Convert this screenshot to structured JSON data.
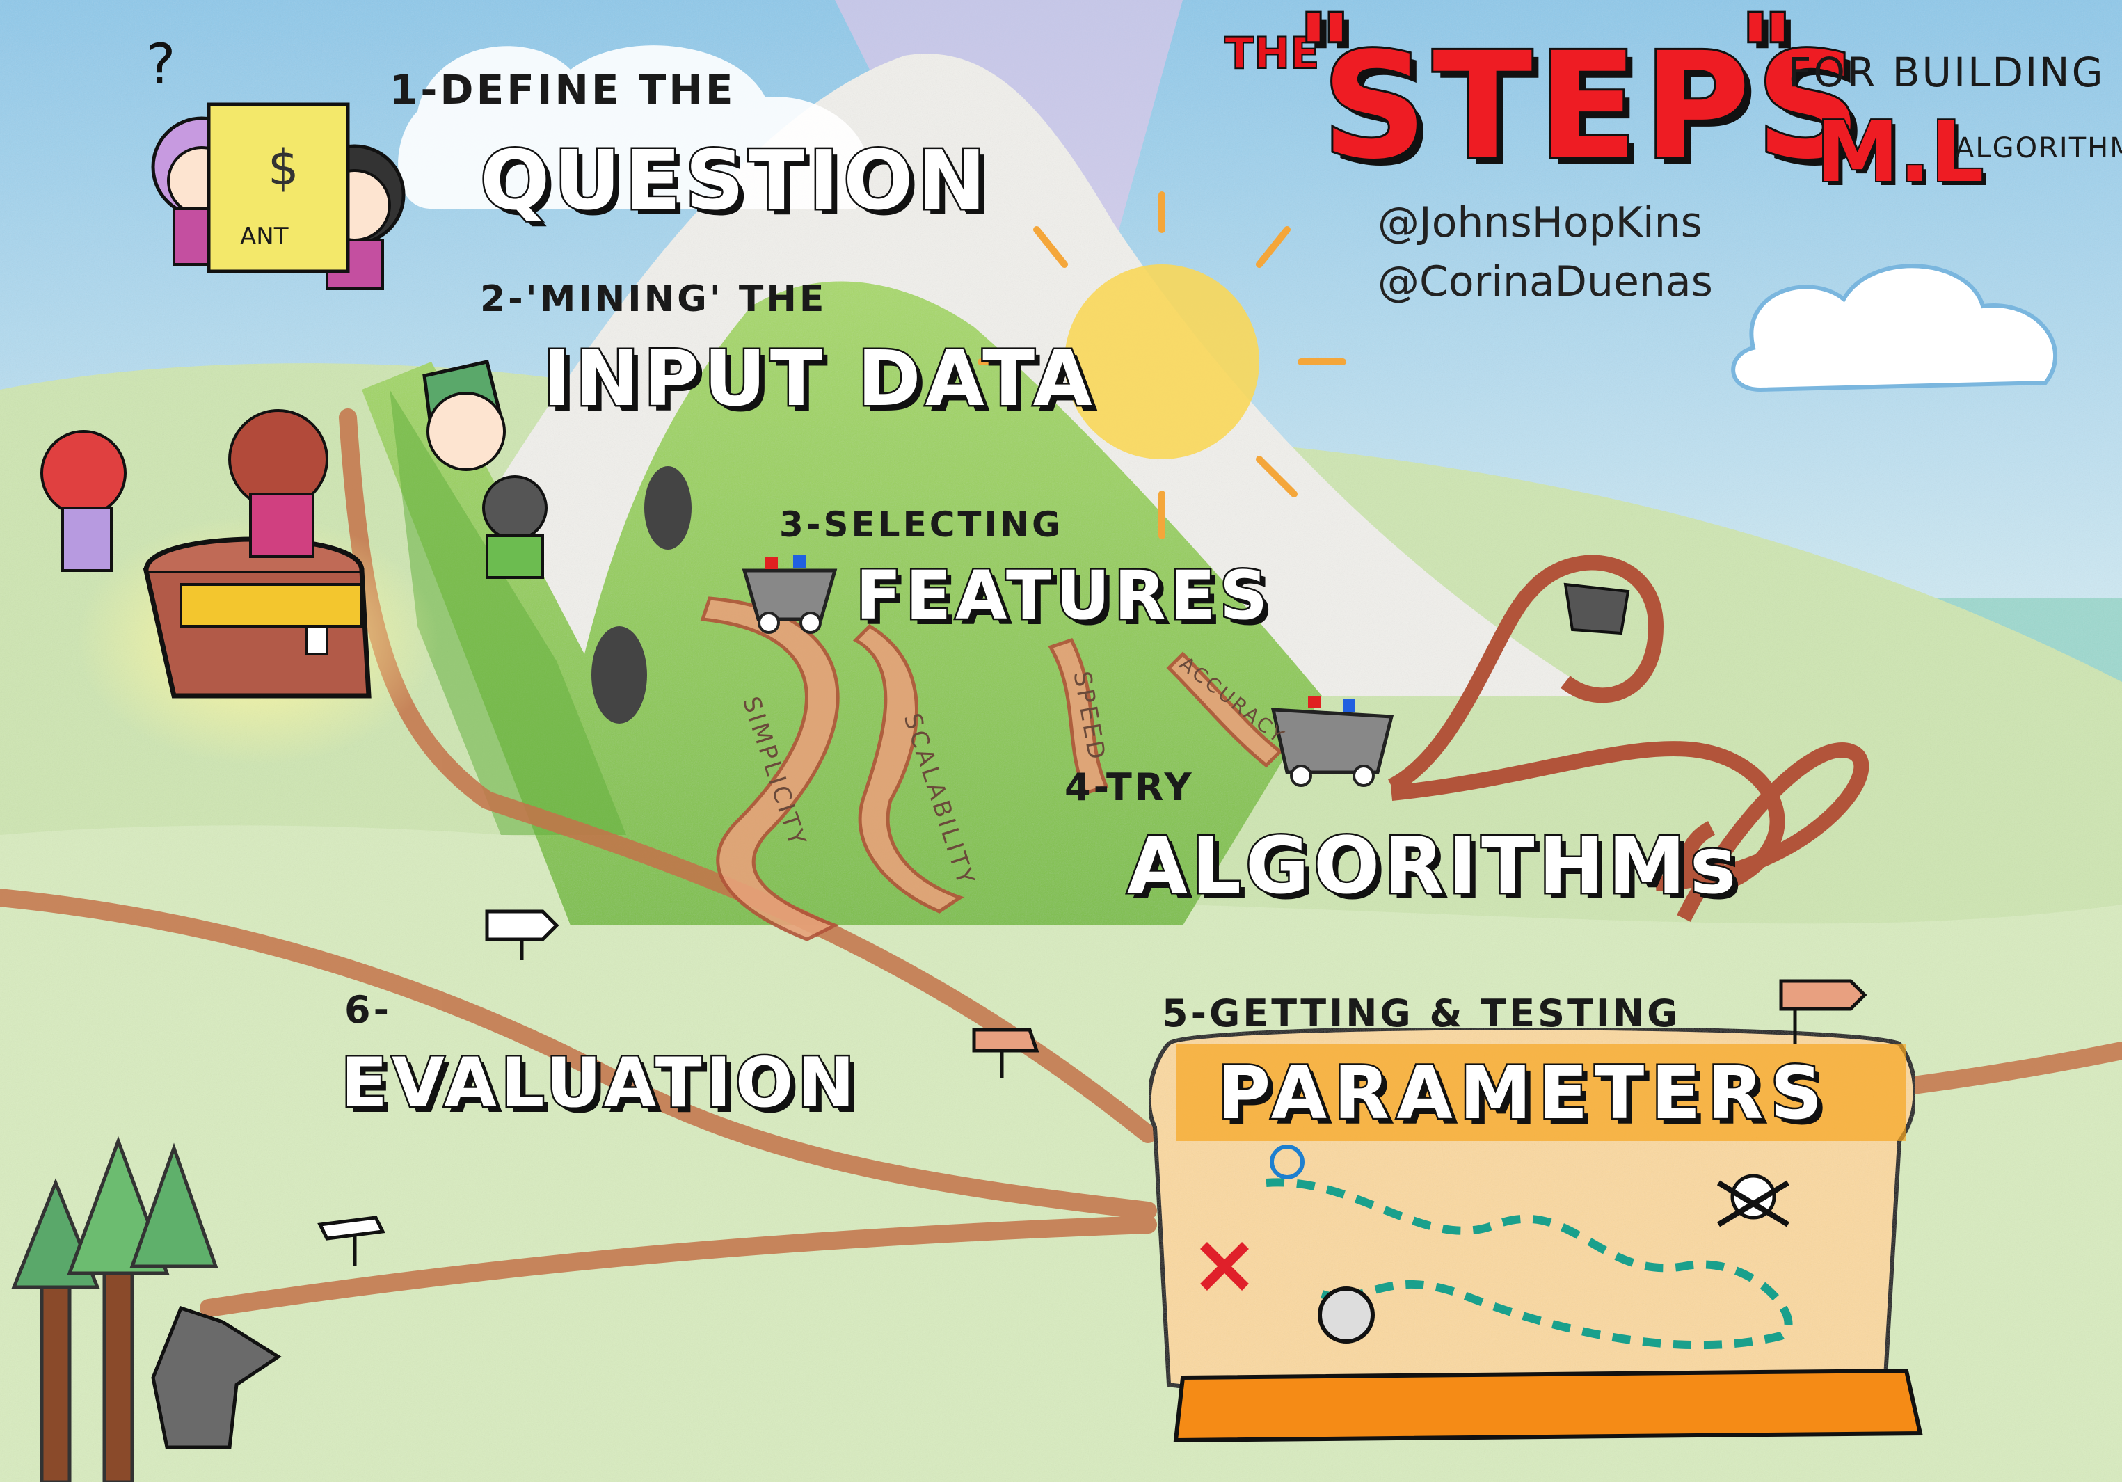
{
  "title": {
    "prefix": "THE",
    "open_quote": "\"",
    "main": "STEPS",
    "close_quote": "\"",
    "for_building": "FOR BUILDING",
    "ml": "M.L",
    "algorithms": "ALGORITHMS"
  },
  "credits": {
    "handle1": "@JohnsHopKins",
    "handle2": "@CorinaDuenas"
  },
  "steps": [
    {
      "num": "1-DEFINE THE",
      "title": "QUESTION"
    },
    {
      "num": "2-'MINING' THE",
      "title": "INPUT DATA"
    },
    {
      "num": "3-SELECTING",
      "title": "FEATURES"
    },
    {
      "num": "4-TRY",
      "title": "ALGORITHMs"
    },
    {
      "num": "5-GETTING & TESTING",
      "title": "PARAMETERS"
    },
    {
      "num": "6-",
      "title": "EVALUATION"
    }
  ],
  "tracks": {
    "simplicity": "SIMPLICITY",
    "scalability": "SCALABILITY",
    "speed": "SPEED",
    "accuracy": "ACCURACY"
  },
  "chart_sign": {
    "fragment": "ANT",
    "currency": "$"
  },
  "colors": {
    "sky": "#a9d6ec",
    "mountain": "#8ccf57",
    "title_red": "#ee1c23",
    "path_brown": "#c4734a",
    "scroll_orange": "#f7a521",
    "sun": "#f8c94a",
    "sea": "#9ed9cf"
  },
  "icons": [
    "question-icon",
    "treasure-chest-icon",
    "mine-cart-icon",
    "sun-icon",
    "cloud-icon",
    "signpost-icon",
    "skull-icon",
    "wolf-icon",
    "roller-coaster-icon",
    "treasure-map-icon"
  ]
}
